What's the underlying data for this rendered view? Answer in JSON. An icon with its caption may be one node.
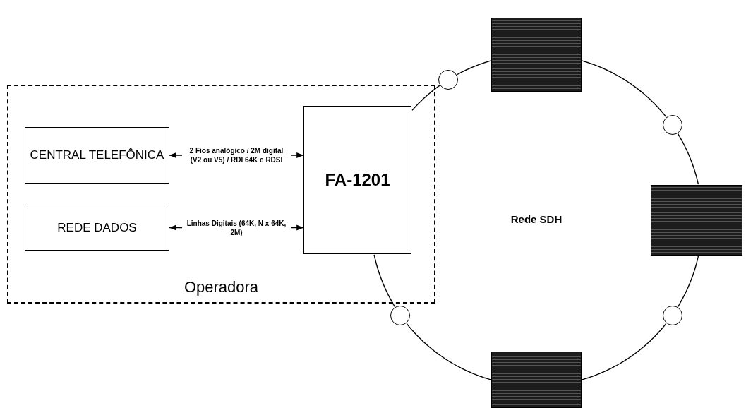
{
  "diagram": {
    "nodes": [
      {
        "text": [
          "Operadora"
        ]
      },
      {
        "text": [
          "CENTRAL TELEFÔNICA"
        ],
        "in": 0
      },
      {
        "text": [
          "REDE DADOS"
        ],
        "in": 0
      },
      {
        "text": [
          "FA-1201"
        ],
        "in": 0
      },
      {
        "text": [],
        "shape": "circle"
      },
      {
        "text": [],
        "shape": "box"
      },
      {
        "text": [],
        "shape": "circle"
      },
      {
        "text": [],
        "shape": "box"
      },
      {
        "text": [],
        "shape": "circle"
      },
      {
        "text": [],
        "shape": "circle"
      },
      {
        "text": [],
        "shape": "box"
      }
    ],
    "edges": [
      {
        "from": 1,
        "to": 3,
        "arrow": "both",
        "label": "2 Fios analógico / 2M digital (V2 ou V5) / RDI 64K e RDSI"
      },
      {
        "from": 2,
        "to": 3,
        "arrow": "both",
        "label": "Linhas Digitais (64K, N x 64K, 2M)"
      },
      {
        "from": 3,
        "to": 4,
        "arrow": "none"
      },
      {
        "from": 4,
        "to": 5,
        "arrow": "none"
      },
      {
        "from": 5,
        "to": 6,
        "arrow": "none"
      },
      {
        "from": 6,
        "to": 7,
        "arrow": "none"
      },
      {
        "from": 7,
        "to": 8,
        "arrow": "none"
      },
      {
        "from": 8,
        "to": 10,
        "arrow": "none"
      },
      {
        "from": 10,
        "to": 9,
        "arrow": "none"
      },
      {
        "from": 9,
        "to": 3,
        "arrow": "none"
      }
    ],
    "labels": [
      "Rede SDH"
    ]
  }
}
